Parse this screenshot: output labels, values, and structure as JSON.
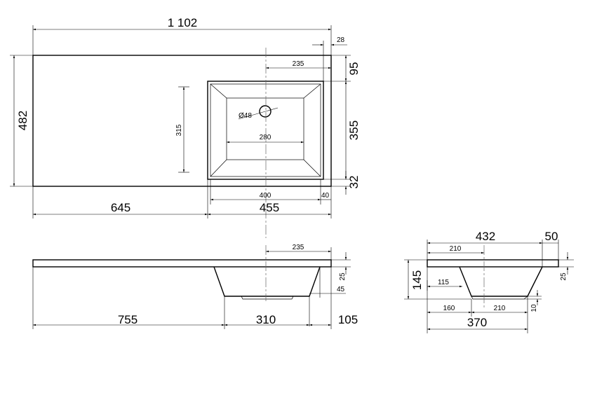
{
  "top_view": {
    "overall_width": "1 102",
    "right_margin": "28",
    "top_offset": "95",
    "basin_center_offset": "235",
    "overall_depth": "482",
    "bowl_depth": "315",
    "drain_diameter": "Ø48",
    "bowl_bottom_width": "280",
    "basin_depth": "355",
    "bottom_offset": "32",
    "bowl_top_width": "400",
    "side_margin": "40",
    "left_length": "645",
    "basin_width": "455"
  },
  "front_view": {
    "center_offset": "235",
    "slab_thickness": "25",
    "edge_offset": "45",
    "left_length": "755",
    "bowl_width": "310",
    "right_length": "105"
  },
  "side_view": {
    "total_depth": "432",
    "back_offset": "50",
    "center_offset": "210",
    "total_height": "145",
    "bowl_offset": "115",
    "slab_thickness": "25",
    "bottom_offset": "160",
    "bottom_width": "210",
    "base_thickness": "10",
    "overall_width": "370"
  }
}
